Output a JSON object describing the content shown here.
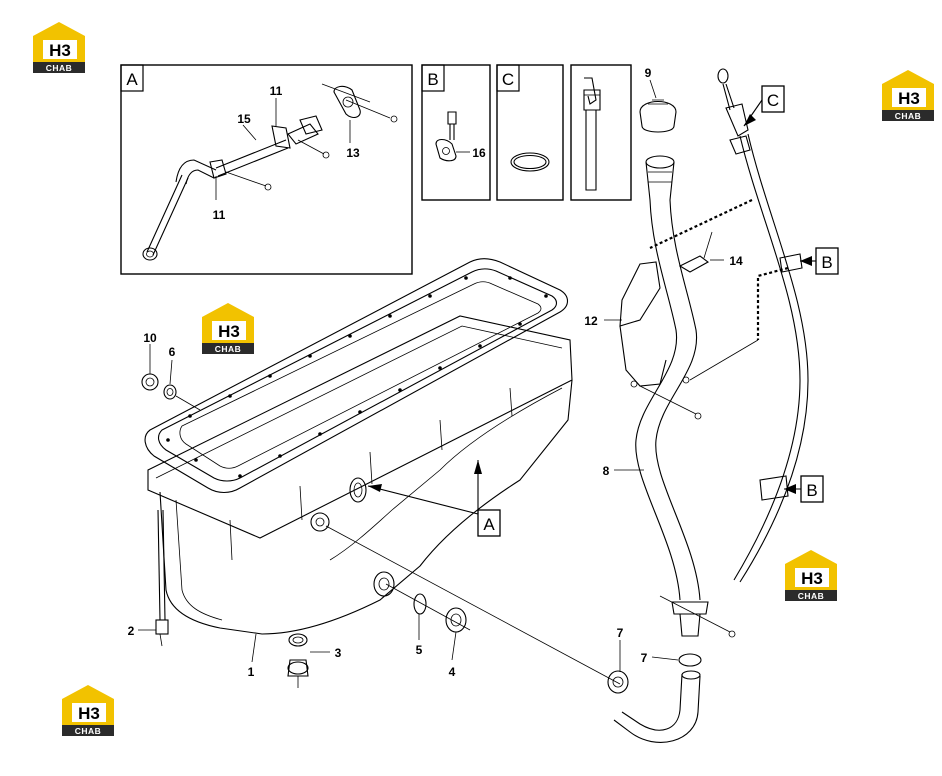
{
  "callouts": {
    "c1": "1",
    "c2": "2",
    "c3": "3",
    "c4": "4",
    "c5": "5",
    "c6": "6",
    "c7a": "7",
    "c7b": "7",
    "c8": "8",
    "c9": "9",
    "c10": "10",
    "c11a": "11",
    "c11b": "11",
    "c12": "12",
    "c13": "13",
    "c14": "14",
    "c15": "15",
    "c16": "16"
  },
  "detail_boxes": {
    "a_label": "A",
    "b_label": "B",
    "c_label": "C"
  },
  "reference_tags": {
    "tag_a": "A",
    "tag_b1": "B",
    "tag_b2": "B",
    "tag_c": "C"
  },
  "watermark": {
    "top_text": "H3",
    "bottom_text": "CHAB",
    "yellow": "#F2C200",
    "dark": "#2b2b2b"
  },
  "colors": {
    "line": "#000000",
    "background": "#ffffff"
  }
}
